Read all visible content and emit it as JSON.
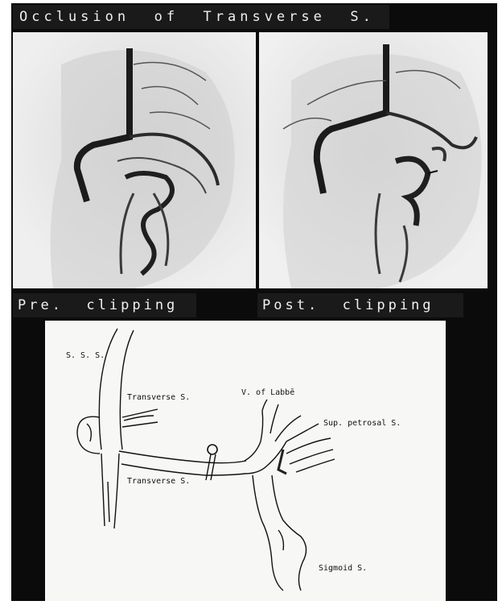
{
  "title": "Occlusion  of  Transverse  S.",
  "captions": {
    "pre": "Pre.  clipping",
    "post": "Post.  clipping"
  },
  "diagram_labels": {
    "sss": "S. S. S.",
    "transverse_upper": "Transverse S.",
    "transverse_lower": "Transverse S.",
    "labbe": "V. of Labbē",
    "sup_petrosal": "Sup. petrosal  S.",
    "sigmoid": "Sigmoid S."
  }
}
